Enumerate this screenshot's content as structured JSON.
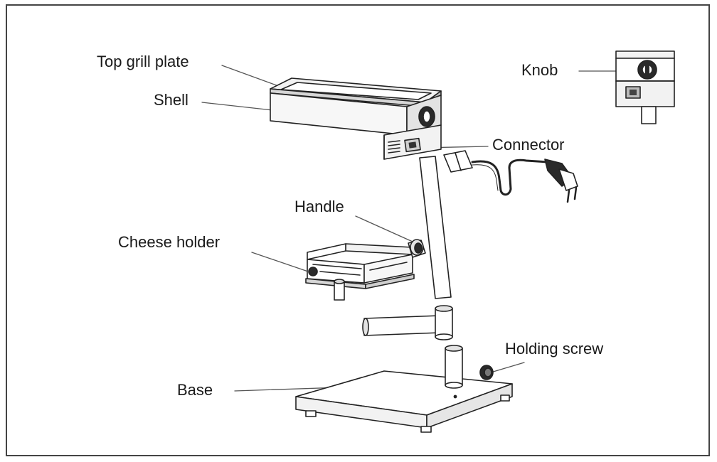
{
  "labels": {
    "top_grill_plate": "Top grill plate",
    "shell": "Shell",
    "knob": "Knob",
    "connector": "Connector",
    "handle": "Handle",
    "cheese_holder": "Cheese holder",
    "holding_screw": "Holding screw",
    "base": "Base"
  },
  "colors": {
    "line": "#222222",
    "leader": "#555555",
    "fill_light": "#f2f2f2",
    "fill_mid": "#d6d6d6",
    "fill_dark": "#2a2a2a"
  }
}
